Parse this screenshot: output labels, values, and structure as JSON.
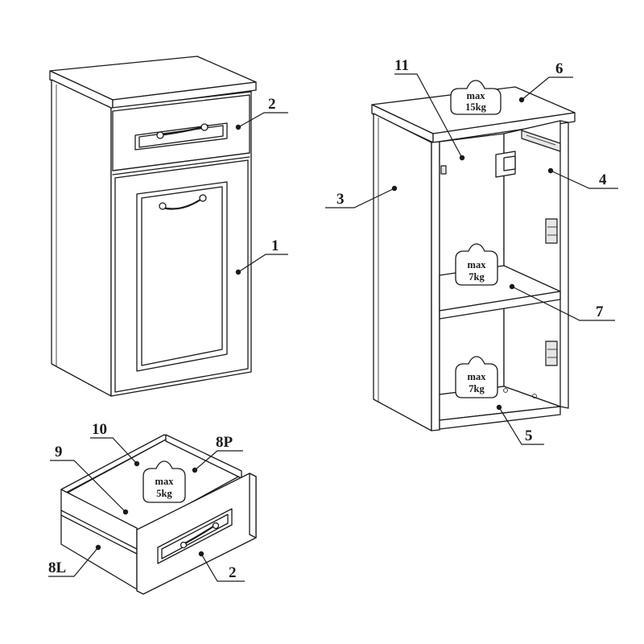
{
  "diagram": {
    "views": [
      "assembled-cabinet",
      "cabinet-carcass-exploded",
      "drawer-box"
    ],
    "parts": {
      "p1": "1",
      "p2_cabinet": "2",
      "p3": "3",
      "p4": "4",
      "p5": "5",
      "p6": "6",
      "p7": "7",
      "p8L": "8L",
      "p8P": "8P",
      "p9": "9",
      "p10": "10",
      "p11": "11",
      "p2_drawer": "2"
    },
    "load_limits": {
      "top": {
        "word": "max",
        "value": "15kg"
      },
      "shelf": {
        "word": "max",
        "value": "7kg"
      },
      "bottom": {
        "word": "max",
        "value": "7kg"
      },
      "drawer": {
        "word": "max",
        "value": "5kg"
      }
    }
  }
}
